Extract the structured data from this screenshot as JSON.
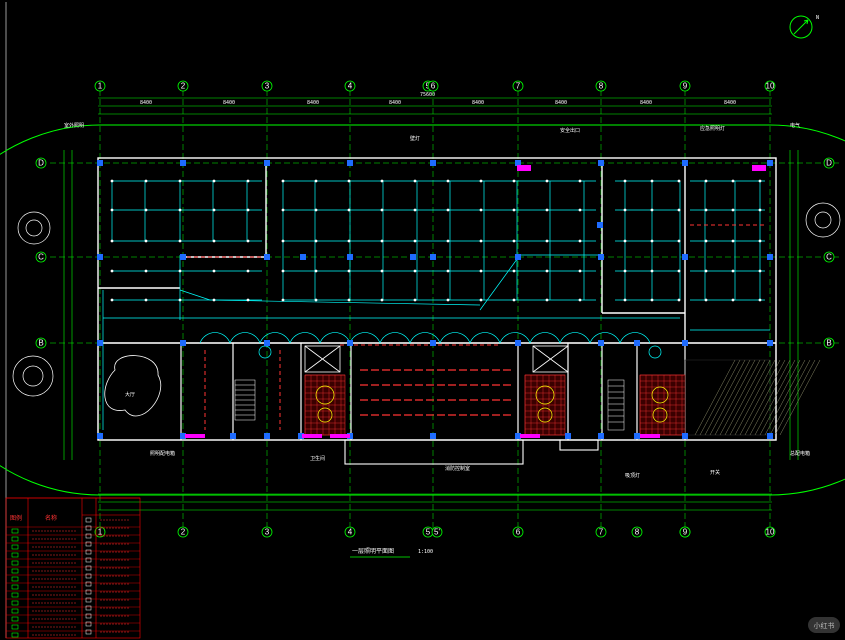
{
  "axes_top": [
    "1",
    "2",
    "3",
    "4",
    "5",
    "6",
    "7",
    "8",
    "9",
    "10"
  ],
  "axes_bottom": [
    "1",
    "2",
    "3",
    "4",
    "5",
    "5'",
    "6",
    "7",
    "8",
    "8'",
    "9",
    "10"
  ],
  "axes_side": [
    "D",
    "C",
    "B"
  ],
  "drawing_title": "一层照明平面图",
  "drawing_scale": "1:100",
  "legend": {
    "header_left": "图例",
    "header_right": "名称",
    "rows": 14
  },
  "watermark": "小红书",
  "colors": {
    "background": "#000000",
    "wall": "#ffffff",
    "axis": "#00ff00",
    "wire": "#00ffff",
    "fixture": "#1e6bff",
    "accent": "#ff2a2a",
    "magenta": "#ff00ff",
    "hatch": "#ff3030"
  }
}
